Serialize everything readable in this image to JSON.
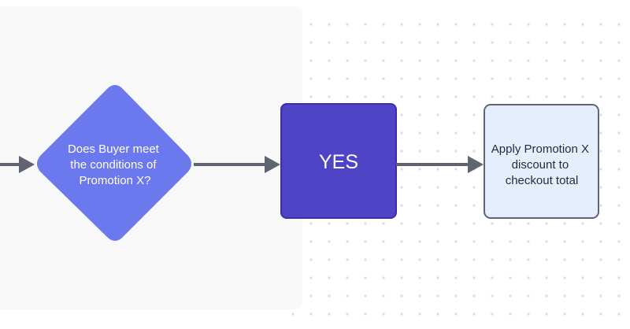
{
  "colors": {
    "decision_fill": "#6b78ee",
    "yes_fill": "#4f44c5",
    "yes_stroke": "#3a2fa8",
    "action_fill": "#e6edfc",
    "action_stroke": "#5c6675",
    "arrow": "#5f6470",
    "panel_bg": "#f8f8f8",
    "dot": "#dadde3"
  },
  "nodes": {
    "decision": {
      "lines": [
        "Does Buyer meet",
        "the conditions of",
        "Promotion X?"
      ]
    },
    "yes": {
      "label": "YES"
    },
    "action": {
      "lines": [
        "Apply Promotion X",
        "discount to",
        "checkout total"
      ]
    }
  }
}
